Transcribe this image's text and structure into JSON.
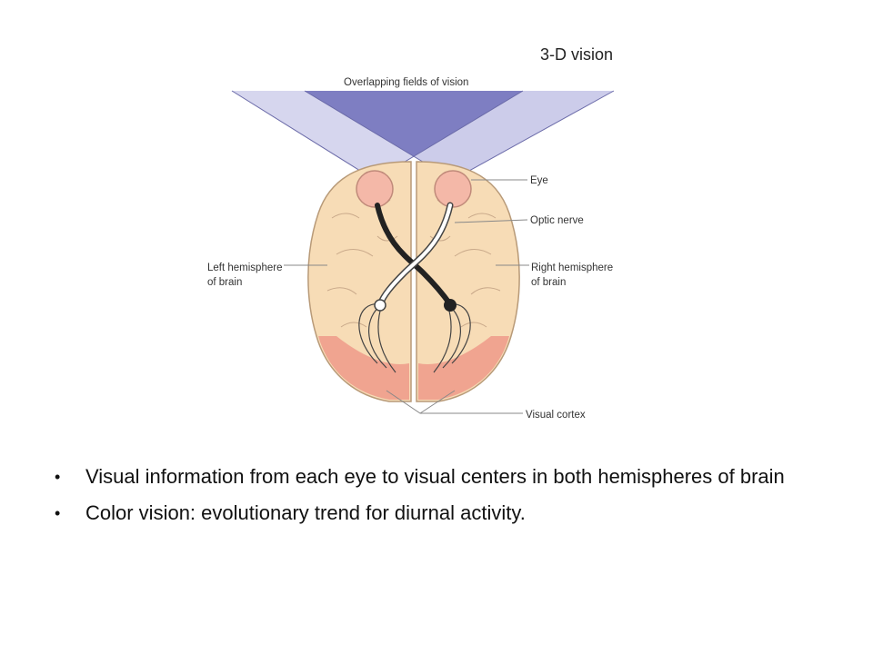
{
  "slide": {
    "title": "3-D  vision",
    "bullets": [
      "Visual information from each eye to visual centers in both hemispheres of brain",
      "Color vision: evolutionary trend for diurnal activity."
    ]
  },
  "diagram": {
    "labels": {
      "fields": "Overlapping fields of vision",
      "eye": "Eye",
      "optic_nerve": "Optic nerve",
      "left_hemi_1": "Left hemisphere",
      "left_hemi_2": "of brain",
      "right_hemi_1": "Right hemisphere",
      "right_hemi_2": "of brain",
      "visual_cortex": "Visual cortex"
    },
    "colors": {
      "brain": "#f7dcb6",
      "brain_outline": "#b89a78",
      "eye": "#f4b8a8",
      "cortex": "#ee9a8a",
      "field": "#c6c6e8",
      "overlap": "#7e7ec2",
      "nerve_dark": "#222222",
      "nerve_light": "#ffffff"
    }
  }
}
